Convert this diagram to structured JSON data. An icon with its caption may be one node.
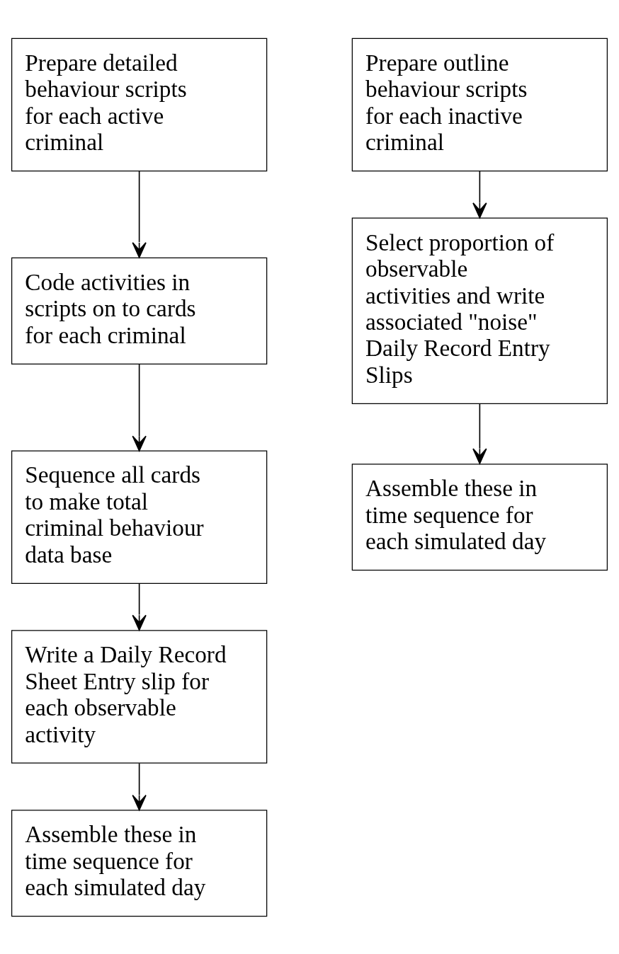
{
  "diagram": {
    "nodes": [
      {
        "text": [
          "Prepare detailed behaviour scripts for each active criminal"
        ]
      },
      {
        "text": [
          "Code activities in scripts on to cards for each criminal"
        ]
      },
      {
        "text": [
          "Sequence all cards to make total criminal behaviour data base"
        ]
      },
      {
        "text": [
          "Write a Daily Record Sheet Entry slip for each observable activity"
        ]
      },
      {
        "text": [
          "Assemble these in time sequence for each simulated day"
        ]
      },
      {
        "text": [
          "Prepare outline behaviour scripts for each inactive criminal"
        ]
      },
      {
        "text": [
          "Select proportion of observable activities and write associated \"noise\" Daily Record Entry Slips"
        ]
      },
      {
        "text": [
          "Assemble these in time sequence for each simulated day"
        ]
      }
    ],
    "edges": [
      {
        "from": 0,
        "to": 1,
        "arrow": "to"
      },
      {
        "from": 1,
        "to": 2,
        "arrow": "to"
      },
      {
        "from": 2,
        "to": 3,
        "arrow": "to"
      },
      {
        "from": 3,
        "to": 4,
        "arrow": "to"
      },
      {
        "from": 5,
        "to": 6,
        "arrow": "to"
      },
      {
        "from": 6,
        "to": 7,
        "arrow": "to"
      }
    ]
  }
}
